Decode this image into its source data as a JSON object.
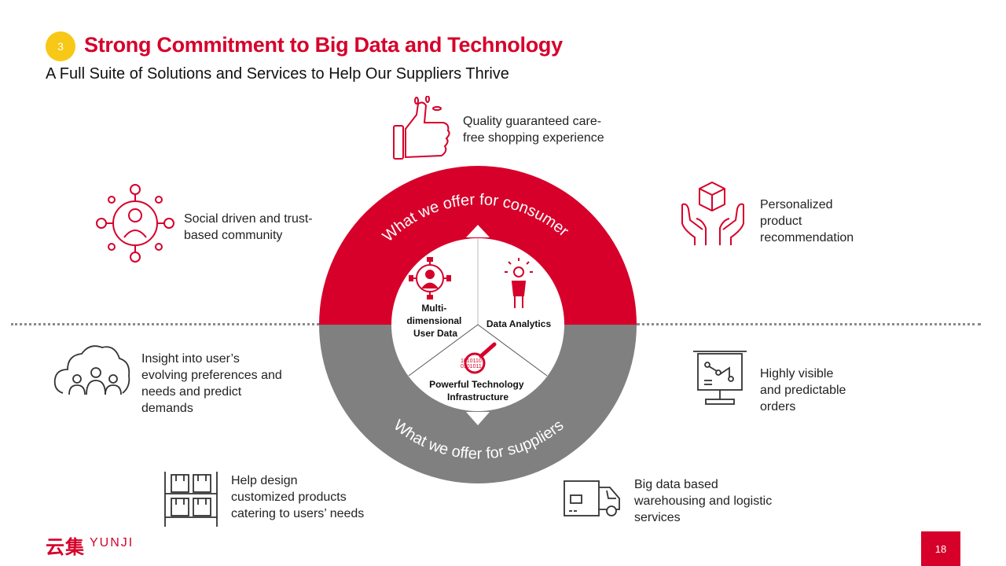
{
  "section_number": "3",
  "title": "Strong Commitment to Big Data and Technology",
  "subtitle": "A Full Suite of Solutions and Services to Help Our Suppliers Thrive",
  "ring": {
    "top_label": "What we offer for consumers",
    "bottom_label": "What we offer for suppliers",
    "top_color": "#d6002a",
    "bottom_color": "#808080"
  },
  "core": {
    "user_data": [
      "Multi-",
      "dimensional",
      "User Data"
    ],
    "analytics": "Data Analytics",
    "infrastructure": [
      "Powerful Technology",
      "Infrastructure"
    ]
  },
  "consumer_features": {
    "quality": [
      "Quality guaranteed care-",
      "free shopping experience"
    ],
    "social": [
      "Social driven and trust-",
      "based community"
    ],
    "personalized": [
      "Personalized",
      "product",
      "recommendation"
    ]
  },
  "supplier_features": {
    "insight": [
      "Insight into user’s",
      "evolving preferences and",
      "needs and predict",
      "demands"
    ],
    "orders": [
      "Highly visible",
      "and predictable",
      "orders"
    ],
    "design": [
      "Help design",
      "customized products",
      "catering to users’ needs"
    ],
    "logistics": [
      "Big data based",
      "warehousing and logistic",
      "services"
    ]
  },
  "logo": {
    "cn": "云集",
    "en": "YUNJI"
  },
  "page_number": "18"
}
